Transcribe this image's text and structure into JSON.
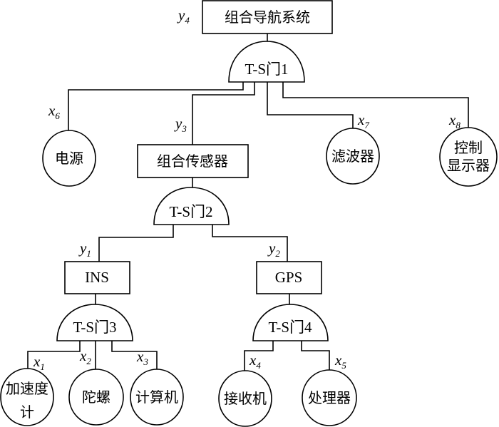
{
  "nodes": {
    "top": {
      "label": "组合导航系统",
      "var": "y",
      "sub": "4"
    },
    "sensor": {
      "label": "组合传感器",
      "var": "y",
      "sub": "3"
    },
    "ins": {
      "label": "INS",
      "var": "y",
      "sub": "1"
    },
    "gps": {
      "label": "GPS",
      "var": "y",
      "sub": "2"
    },
    "power": {
      "label": "电源",
      "var": "x",
      "sub": "6"
    },
    "filter": {
      "label": "滤波器",
      "var": "x",
      "sub": "7"
    },
    "display": {
      "label1": "控制",
      "label2": "显示器",
      "var": "x",
      "sub": "8"
    },
    "accel": {
      "label1": "加速度",
      "label2": "计",
      "var": "x",
      "sub": "1"
    },
    "gyro": {
      "label": "陀螺",
      "var": "x",
      "sub": "2"
    },
    "computer": {
      "label": "计算机",
      "var": "x",
      "sub": "3"
    },
    "receiver": {
      "label": "接收机",
      "var": "x",
      "sub": "4"
    },
    "processor": {
      "label": "处理器",
      "var": "x",
      "sub": "5"
    }
  },
  "gates": {
    "g1": "T-S门1",
    "g2": "T-S门2",
    "g3": "T-S门3",
    "g4": "T-S门4"
  }
}
